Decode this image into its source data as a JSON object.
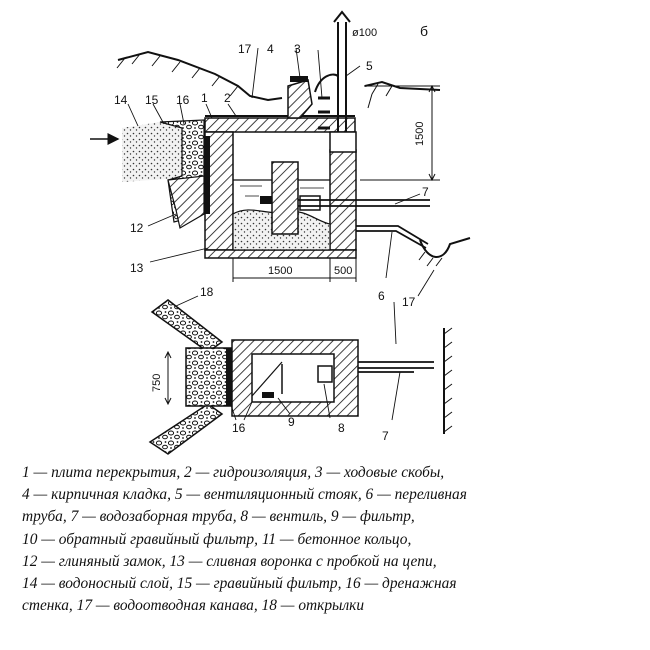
{
  "diagram": {
    "section_label": "б",
    "dimensions": {
      "pipe_diameter": "ø100",
      "height": "1500",
      "width_inner": "1500",
      "width_wall": "500",
      "plan_width": "750"
    },
    "callouts": {
      "c1": "1",
      "c2": "2",
      "c3": "3",
      "c4": "4",
      "c5": "5",
      "c6": "6",
      "c7": "7",
      "c8": "8",
      "c9": "9",
      "c12": "12",
      "c13": "13",
      "c14": "14",
      "c15": "15",
      "c16": "16",
      "c17": "17",
      "c18": "18"
    }
  },
  "legend": {
    "lines": [
      "1 — плита перекрытия, 2 — гидроизоляция, 3 — ходовые скобы,",
      "4 — кирпичная кладка, 5 — вентиляционный стояк, 6 — переливная",
      "труба, 7 — водозаборная труба, 8 — вентиль, 9 — фильтр,",
      "10 — обратный гравийный фильтр, 11 — бетонное кольцо,",
      "12 — глиняный замок, 13 — сливная воронка с пробкой на цепи,",
      "14 — водоносный слой, 15 — гравийный фильтр, 16 — дренажная",
      "стенка, 17 — водоотводная канава, 18 — открылки"
    ]
  }
}
